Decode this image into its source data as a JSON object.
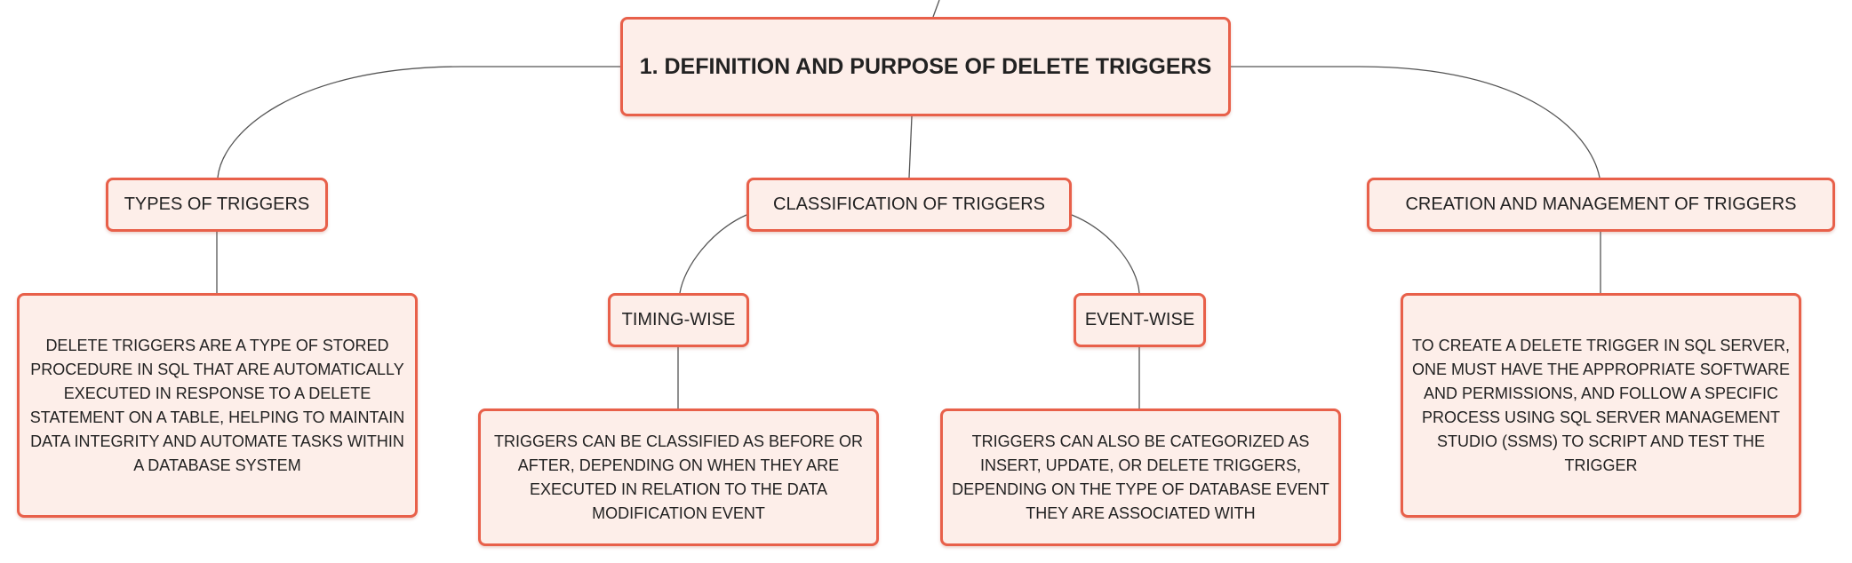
{
  "diagram": {
    "root": {
      "label": "1. DEFINITION AND PURPOSE OF DELETE TRIGGERS"
    },
    "topics": {
      "types": {
        "label": "TYPES OF TRIGGERS",
        "description": "DELETE TRIGGERS ARE A TYPE OF STORED PROCEDURE IN SQL THAT ARE AUTOMATICALLY EXECUTED IN RESPONSE TO A DELETE STATEMENT ON A TABLE, HELPING TO MAINTAIN DATA INTEGRITY AND AUTOMATE TASKS WITHIN A DATABASE SYSTEM"
      },
      "classification": {
        "label": "CLASSIFICATION OF TRIGGERS",
        "timing": {
          "label": "TIMING-WISE",
          "description": "TRIGGERS CAN BE CLASSIFIED AS BEFORE OR AFTER, DEPENDING ON WHEN THEY ARE EXECUTED IN RELATION TO THE DATA MODIFICATION EVENT"
        },
        "event": {
          "label": "EVENT-WISE",
          "description": "TRIGGERS CAN ALSO BE CATEGORIZED AS INSERT, UPDATE, OR DELETE TRIGGERS, DEPENDING ON THE TYPE OF DATABASE EVENT THEY ARE ASSOCIATED WITH"
        }
      },
      "creation": {
        "label": "CREATION AND MANAGEMENT OF TRIGGERS",
        "description": "TO CREATE A DELETE TRIGGER IN SQL SERVER, ONE MUST HAVE THE APPROPRIATE SOFTWARE AND PERMISSIONS, AND FOLLOW A SPECIFIC PROCESS USING SQL SERVER MANAGEMENT STUDIO (SSMS) TO SCRIPT AND TEST THE TRIGGER"
      }
    }
  },
  "colors": {
    "node_fill": "#fdeee9",
    "node_border": "#e8604a",
    "connector": "#555555",
    "text": "#222222"
  }
}
